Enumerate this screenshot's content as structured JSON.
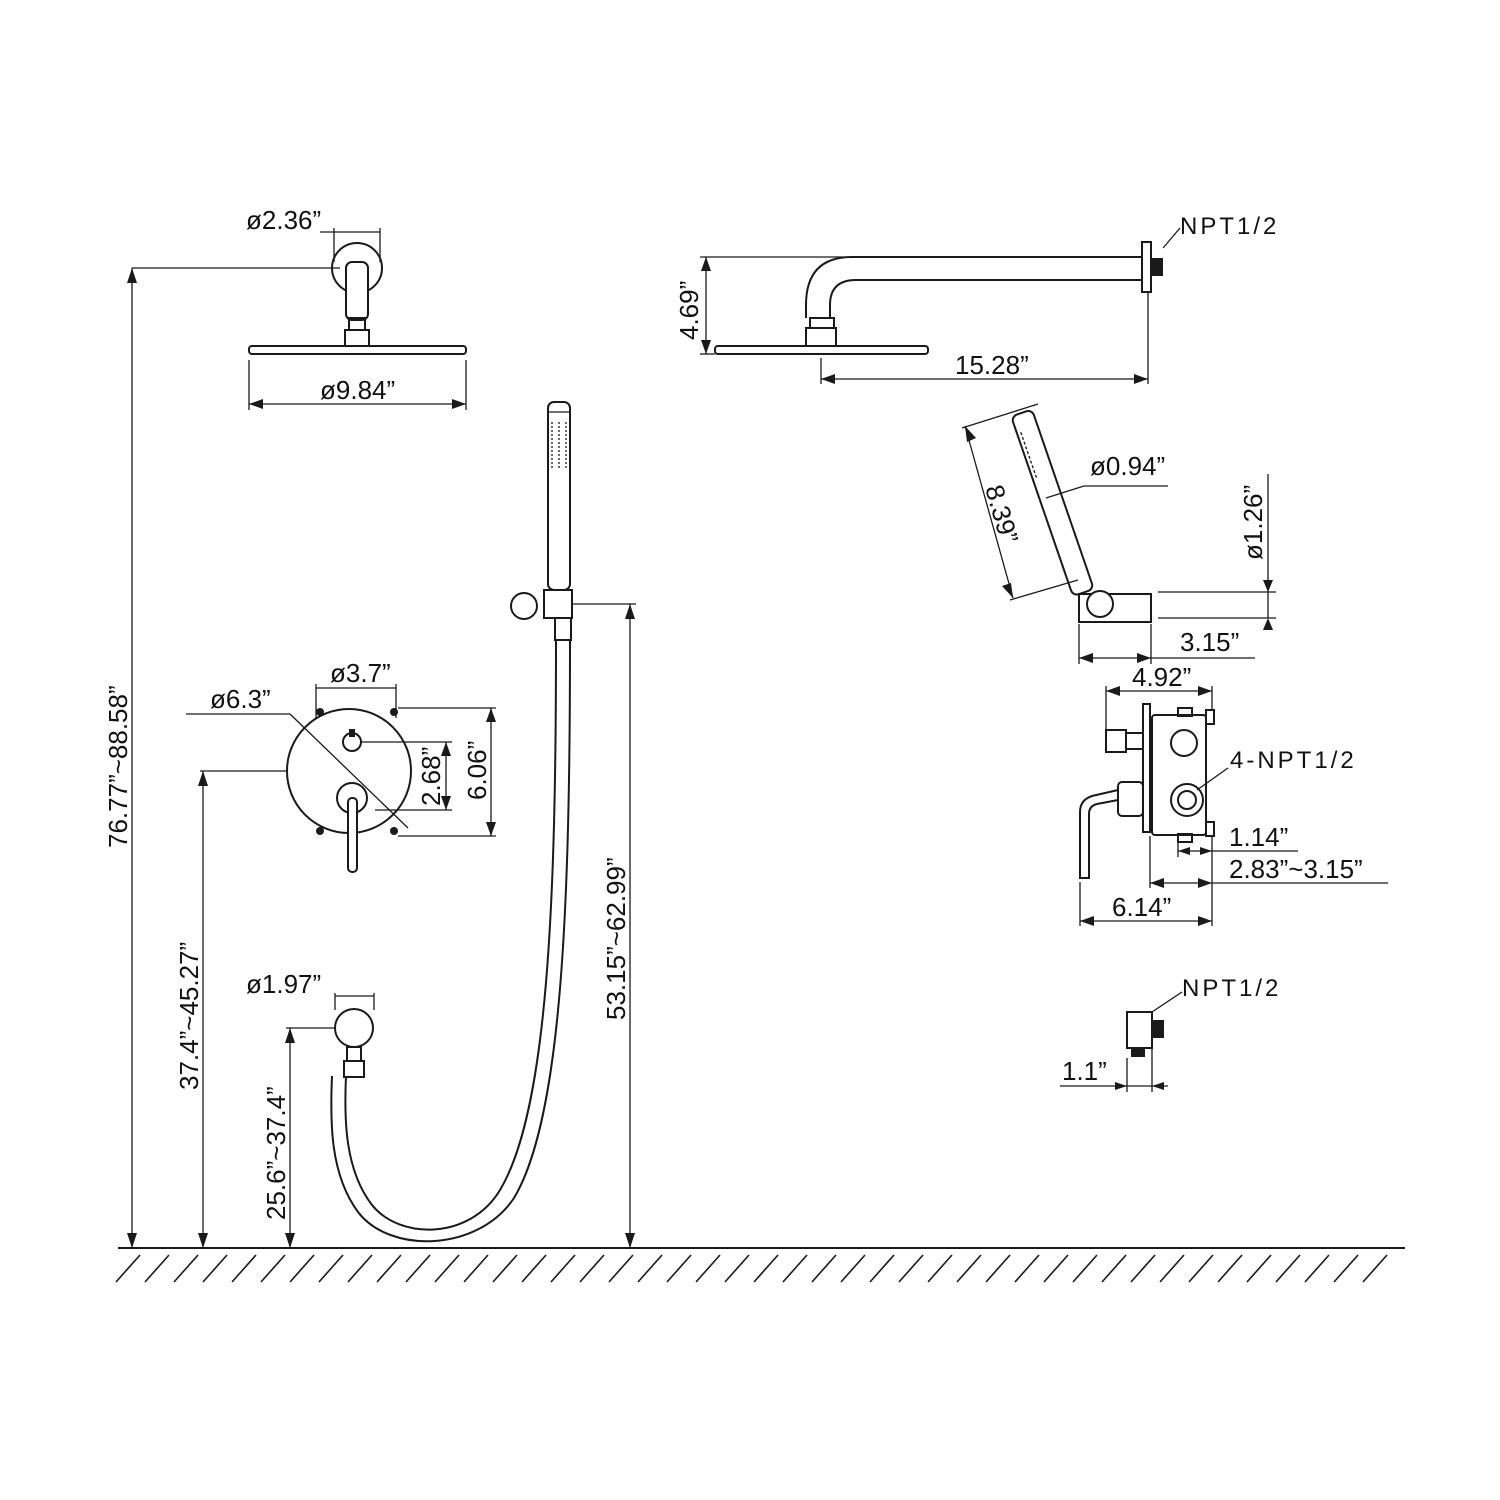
{
  "dimensions": {
    "shower_arm_flange_diameter": "ø2.36”",
    "shower_head_diameter": "ø9.84”",
    "total_height_range": "76.77”~88.58”",
    "arm_drop": "4.69”",
    "arm_length": "15.28”",
    "arm_thread": "NPT1/2",
    "handheld_diameter": "ø0.94”",
    "handheld_length": "8.39”",
    "holder_diameter": "ø1.26”",
    "holder_depth": "3.15”",
    "valve_plate_diameter": "ø6.3”",
    "valve_hole_diameter": "ø3.7”",
    "valve_hole_spacing": "2.68”",
    "valve_plate_height": "6.06”",
    "valve_height_range": "37.4”~45.27”",
    "holder_height_range": "53.15”~62.99”",
    "water_outlet_diameter": "ø1.97”",
    "water_outlet_height_range": "25.6”~37.4”",
    "valve_body_width": "4.92”",
    "valve_ports": "4-NPT1/2",
    "valve_body_offset": "1.14”",
    "valve_depth_range": "2.83”~3.15”",
    "valve_total_depth": "6.14”",
    "outlet_thread": "NPT1/2",
    "outlet_depth": "1.1”"
  }
}
